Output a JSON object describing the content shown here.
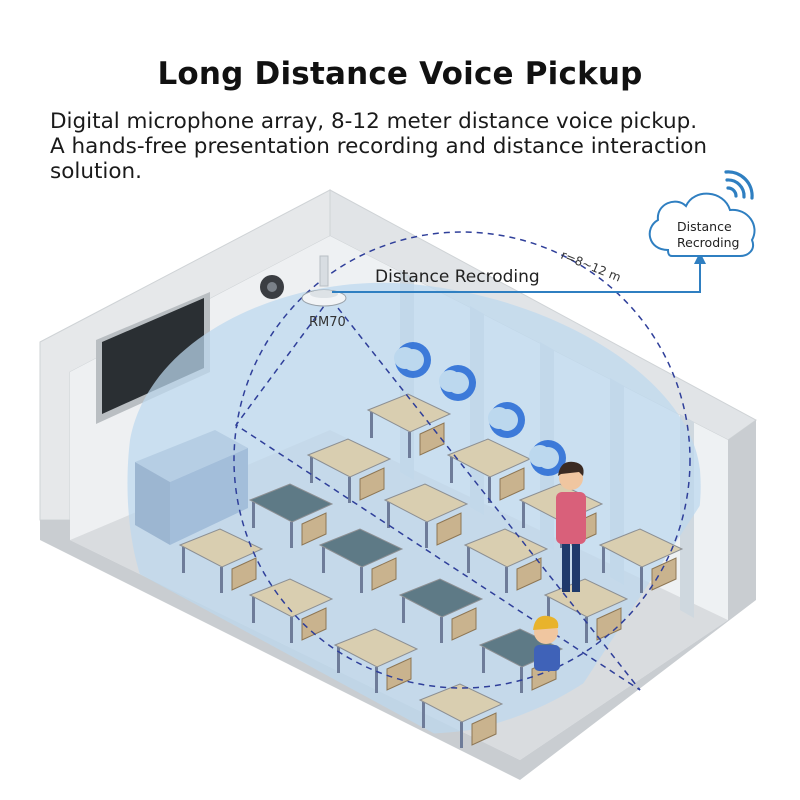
{
  "header": {
    "title": "Long Distance Voice Pickup",
    "description_lines": [
      "Digital microphone array, 8-12 meter distance voice pickup.",
      "A hands-free presentation recording and distance interaction",
      "solution."
    ]
  },
  "scene": {
    "device_label": "RM70",
    "link_label": "Distance Recroding",
    "radius_label": "r=8~12 m",
    "cloud_label_lines": [
      "Distance",
      "Recroding"
    ]
  },
  "colors": {
    "accent": "#2f7fc1",
    "pickup_zone": "#bcd8ee",
    "dashed_circle": "#2f3f9a",
    "voice_wave": "#2e6fd6",
    "desk_top": "#d9ceb0",
    "desk_top_dark": "#5e7a86",
    "wall": "#e3e6e9",
    "floor": "#d7dadd"
  },
  "icons": [
    "cloud-icon",
    "wifi-signal-icon",
    "microphone-device-icon",
    "voice-wave-icon",
    "camera-icon"
  ]
}
